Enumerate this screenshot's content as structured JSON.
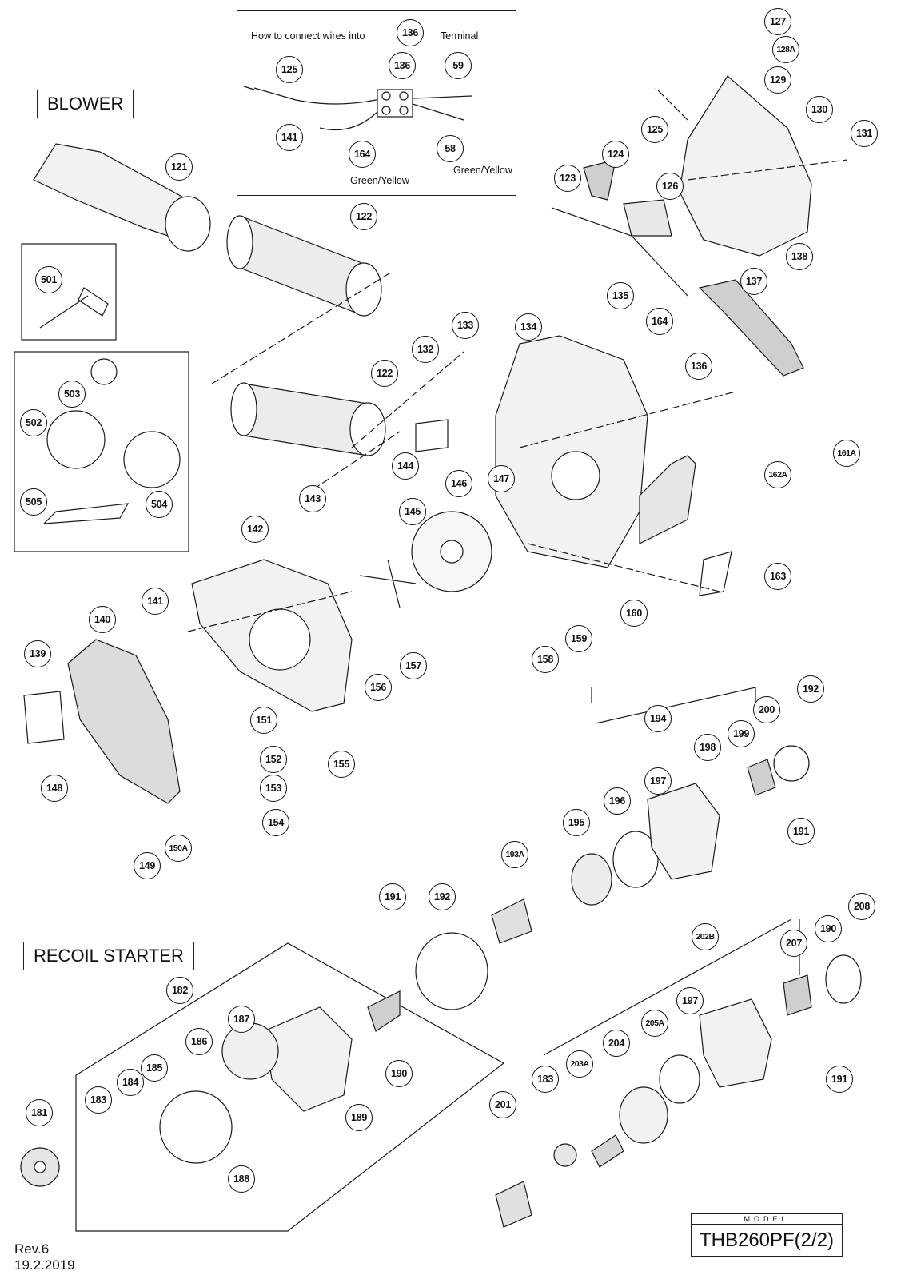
{
  "sections": {
    "blower": "BLOWER",
    "recoil_starter": "RECOIL STARTER"
  },
  "wiring_inset": {
    "heading_left": "How to connect wires into",
    "heading_part": "136",
    "heading_right": "Terminal",
    "label_left": "Green/Yellow",
    "label_right": "Green/Yellow",
    "callouts": [
      "125",
      "136",
      "59",
      "141",
      "164",
      "58"
    ]
  },
  "model": {
    "label": "MODEL",
    "value": "THB260PF(2/2)"
  },
  "revision": {
    "rev": "Rev.6",
    "date": "19.2.2019"
  },
  "colors": {
    "line": "#1a1a1a",
    "fill": "#f2f2f2",
    "shade": "#cfcfcf"
  },
  "callouts": [
    "127",
    "128A",
    "129",
    "130",
    "131",
    "125",
    "124",
    "123",
    "126",
    "138",
    "137",
    "121",
    "122",
    "501",
    "503",
    "502",
    "504",
    "505",
    "135",
    "164",
    "133",
    "134",
    "132",
    "136",
    "122",
    "144",
    "161A",
    "162A",
    "143",
    "147",
    "146",
    "145",
    "142",
    "141",
    "140",
    "139",
    "148",
    "163",
    "160",
    "157",
    "156",
    "159",
    "158",
    "151",
    "152",
    "155",
    "153",
    "154",
    "149",
    "150A",
    "192",
    "200",
    "194",
    "199",
    "198",
    "197",
    "196",
    "195",
    "191",
    "193A",
    "191",
    "192",
    "208",
    "190",
    "207",
    "202B",
    "197",
    "205A",
    "204",
    "203A",
    "183",
    "201",
    "191",
    "182",
    "187",
    "186",
    "185",
    "184",
    "183",
    "181",
    "190",
    "189",
    "188"
  ]
}
